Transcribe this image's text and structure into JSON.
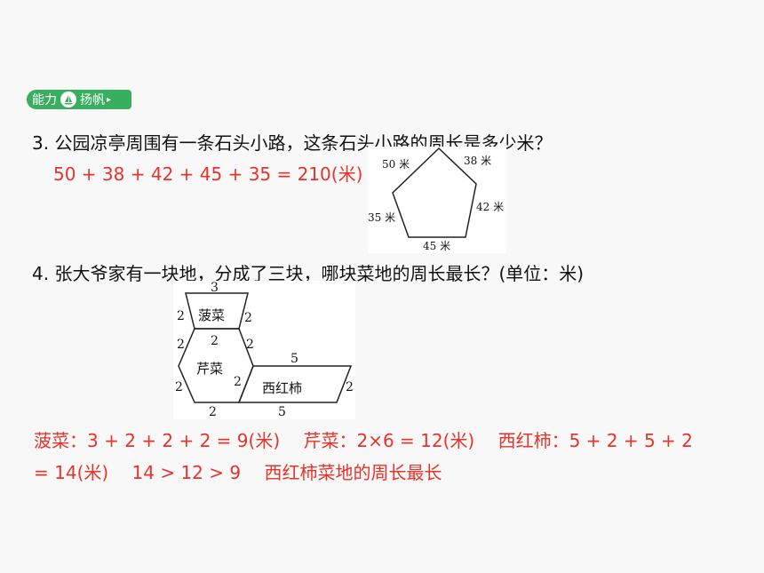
{
  "section_badge": {
    "left": "能力",
    "right": "扬帆",
    "icon": "sail-icon"
  },
  "q3": {
    "text": "3. 公园凉亭周围有一条石头小路，这条石头小路的周长是多少米？",
    "answer": "50 + 38 + 42 + 45 + 35 = 210(米)",
    "figure": {
      "top_left": "50 米",
      "top_right": "38 米",
      "right": "42 米",
      "bottom": "45 米",
      "left": "35 米"
    }
  },
  "q4": {
    "text": "4. 张大爷家有一块地，分成了三块，哪块菜地的周长最长？(单位：米)",
    "figure": {
      "spinach": "菠菜",
      "celery": "芹菜",
      "tomato": "西红柿",
      "spinach_top": "3",
      "spinach_left": "2",
      "spinach_right": "2",
      "spinach_bottom": "2",
      "celery_upper_left": "2",
      "celery_upper_right": "2",
      "celery_lower_left": "2",
      "celery_lower_right": "2",
      "celery_bottom": "2",
      "tomato_top": "5",
      "tomato_right": "2",
      "tomato_bottom": "5"
    },
    "answer_line1": "菠菜：3 + 2 + 2 + 2 = 9(米)　 芹菜：2×6 = 12(米)　 西红柿：5 + 2 + 5 + 2",
    "answer_line2": "= 14(米)　 14 > 12 > 9　 西红柿菜地的周长最长"
  },
  "colors": {
    "answer": "#e8332a",
    "badge": "#38ae5f"
  }
}
